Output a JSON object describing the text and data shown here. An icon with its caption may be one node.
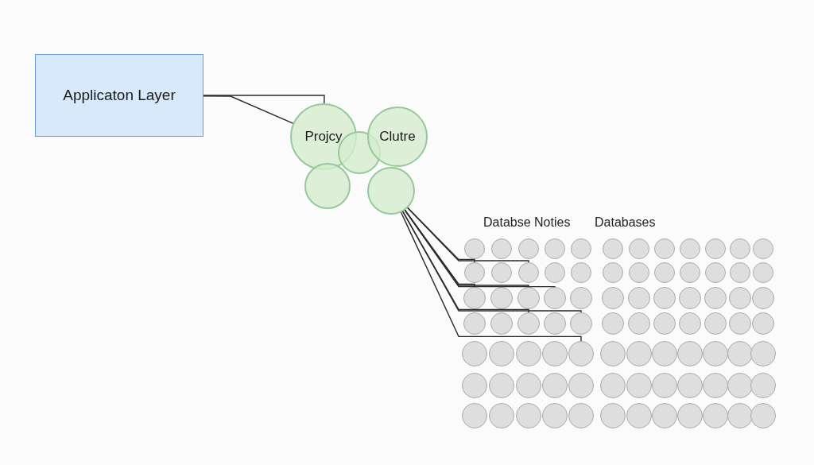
{
  "diagram": {
    "nodes": [
      {
        "text": [
          "Applicaton Layer"
        ]
      },
      {
        "text": [
          "Projcy"
        ]
      },
      {
        "text": [],
        "shape": "circle"
      },
      {
        "text": [
          "Clutre"
        ]
      },
      {
        "text": [],
        "shape": "circle"
      },
      {
        "text": [],
        "shape": "circle"
      },
      {
        "text": [],
        "shape": "circle"
      },
      {
        "text": [],
        "shape": "circle"
      },
      {
        "text": [],
        "shape": "circle"
      },
      {
        "text": [],
        "shape": "circle"
      },
      {
        "text": [],
        "shape": "circle"
      },
      {
        "text": [],
        "shape": "circle"
      },
      {
        "text": [],
        "shape": "circle"
      },
      {
        "text": [],
        "shape": "circle"
      },
      {
        "text": [],
        "shape": "circle"
      },
      {
        "text": [],
        "shape": "circle"
      },
      {
        "text": [],
        "shape": "circle"
      },
      {
        "text": [],
        "shape": "circle"
      },
      {
        "text": [],
        "shape": "circle"
      },
      {
        "text": [],
        "shape": "circle"
      },
      {
        "text": [],
        "shape": "circle"
      },
      {
        "text": [],
        "shape": "circle"
      },
      {
        "text": [],
        "shape": "circle"
      },
      {
        "text": [],
        "shape": "circle"
      },
      {
        "text": [],
        "shape": "circle"
      },
      {
        "text": [],
        "shape": "circle"
      },
      {
        "text": [],
        "shape": "circle"
      },
      {
        "text": [],
        "shape": "circle"
      },
      {
        "text": [],
        "shape": "circle"
      },
      {
        "text": [],
        "shape": "circle"
      },
      {
        "text": [],
        "shape": "circle"
      },
      {
        "text": [],
        "shape": "circle"
      },
      {
        "text": [],
        "shape": "circle"
      },
      {
        "text": [],
        "shape": "circle"
      },
      {
        "text": [],
        "shape": "circle"
      },
      {
        "text": [],
        "shape": "circle"
      },
      {
        "text": [],
        "shape": "circle"
      },
      {
        "text": [],
        "shape": "circle"
      },
      {
        "text": [],
        "shape": "circle"
      },
      {
        "text": [],
        "shape": "circle"
      },
      {
        "text": [],
        "shape": "circle"
      },
      {
        "text": [],
        "shape": "circle"
      },
      {
        "text": [],
        "shape": "circle"
      },
      {
        "text": [],
        "shape": "circle"
      },
      {
        "text": [],
        "shape": "circle"
      },
      {
        "text": [],
        "shape": "circle"
      },
      {
        "text": [],
        "shape": "circle"
      },
      {
        "text": [],
        "shape": "circle"
      },
      {
        "text": [],
        "shape": "circle"
      },
      {
        "text": [],
        "shape": "circle"
      },
      {
        "text": [],
        "shape": "circle"
      },
      {
        "text": [],
        "shape": "circle"
      },
      {
        "text": [],
        "shape": "circle"
      },
      {
        "text": [],
        "shape": "circle"
      },
      {
        "text": [],
        "shape": "circle"
      },
      {
        "text": [],
        "shape": "circle"
      },
      {
        "text": [],
        "shape": "circle"
      },
      {
        "text": [],
        "shape": "circle"
      },
      {
        "text": [],
        "shape": "circle"
      },
      {
        "text": [],
        "shape": "circle"
      },
      {
        "text": [],
        "shape": "circle"
      },
      {
        "text": [],
        "shape": "circle"
      },
      {
        "text": [],
        "shape": "circle"
      },
      {
        "text": [],
        "shape": "circle"
      },
      {
        "text": [],
        "shape": "circle"
      },
      {
        "text": [],
        "shape": "circle"
      },
      {
        "text": [],
        "shape": "circle"
      },
      {
        "text": [],
        "shape": "circle"
      },
      {
        "text": [],
        "shape": "circle"
      },
      {
        "text": [],
        "shape": "circle"
      },
      {
        "text": [],
        "shape": "circle"
      },
      {
        "text": [],
        "shape": "circle"
      },
      {
        "text": [],
        "shape": "circle"
      },
      {
        "text": [],
        "shape": "circle"
      },
      {
        "text": [],
        "shape": "circle"
      },
      {
        "text": [],
        "shape": "circle"
      },
      {
        "text": [],
        "shape": "circle"
      },
      {
        "text": [],
        "shape": "circle"
      },
      {
        "text": [],
        "shape": "circle"
      },
      {
        "text": [],
        "shape": "circle"
      },
      {
        "text": [],
        "shape": "circle"
      },
      {
        "text": [],
        "shape": "circle"
      },
      {
        "text": [],
        "shape": "circle"
      },
      {
        "text": [],
        "shape": "circle"
      },
      {
        "text": [],
        "shape": "circle"
      },
      {
        "text": [],
        "shape": "circle"
      },
      {
        "text": [],
        "shape": "circle"
      },
      {
        "text": [],
        "shape": "circle"
      },
      {
        "text": [],
        "shape": "circle"
      },
      {
        "text": [],
        "shape": "circle"
      }
    ],
    "edges": [
      {
        "from": 0,
        "to": 1,
        "arrow": "none"
      },
      {
        "from": 0,
        "to": 1,
        "arrow": "none"
      },
      {
        "from": 5,
        "to": 18,
        "arrow": "none"
      },
      {
        "from": 5,
        "to": 20,
        "arrow": "none"
      },
      {
        "from": 5,
        "to": 30,
        "arrow": "none"
      },
      {
        "from": 5,
        "to": 32,
        "arrow": "none"
      },
      {
        "from": 5,
        "to": 33,
        "arrow": "none"
      },
      {
        "from": 5,
        "to": 44,
        "arrow": "none"
      },
      {
        "from": 5,
        "to": 46,
        "arrow": "none"
      },
      {
        "from": 5,
        "to": 58,
        "arrow": "none"
      }
    ],
    "labels": [
      "Databse Noties",
      "Databases"
    ]
  }
}
